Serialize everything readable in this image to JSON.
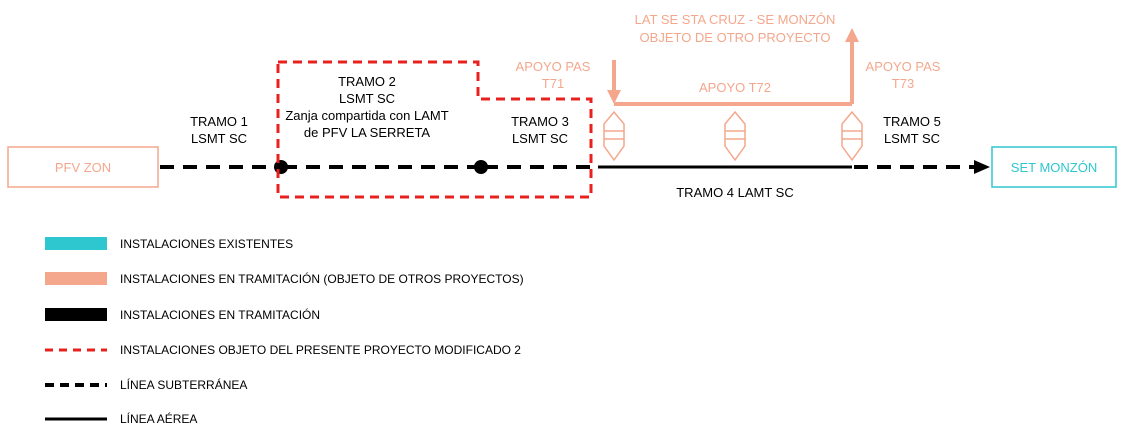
{
  "colors": {
    "existing": "#2ec7cf",
    "other_projects": "#f4a78c",
    "in_process": "#000000",
    "project": "#e8201e",
    "pfv_border": "#f4a78c",
    "pfv_text": "#f4a78c",
    "set_border": "#2ec7cf",
    "set_text": "#2ec7cf"
  },
  "boxes": {
    "pfv": "PFV ZON",
    "set": "SET MONZÓN"
  },
  "tramos": {
    "t1_line1": "TRAMO 1",
    "t1_line2": "LSMT SC",
    "t2_line1": "TRAMO 2",
    "t2_line2": "LSMT SC",
    "t2_line3": "Zanja compartida con LAMT",
    "t2_line4": "de PFV LA SERRETA",
    "t3_line1": "TRAMO 3",
    "t3_line2": "LSMT SC",
    "t4": "TRAMO 4 LAMT SC",
    "t5_line1": "TRAMO 5",
    "t5_line2": "LSMT SC"
  },
  "other_project": {
    "line1": "LAT SE STA CRUZ - SE MONZÓN",
    "line2": "OBJETO DE OTRO PROYECTO",
    "apoyo_pas_1_l1": "APOYO PAS",
    "apoyo_pas_1_l2": "T71",
    "apoyo_t72": "APOYO T72",
    "apoyo_pas_2_l1": "APOYO PAS",
    "apoyo_pas_2_l2": "T73"
  },
  "legend": [
    {
      "kind": "existing",
      "label": "INSTALACIONES EXISTENTES"
    },
    {
      "kind": "other_projects",
      "label": "INSTALACIONES EN TRAMITACIÓN (OBJETO DE OTROS PROYECTOS)"
    },
    {
      "kind": "in_process",
      "label": "INSTALACIONES EN TRAMITACIÓN"
    },
    {
      "kind": "project",
      "label": "INSTALACIONES OBJETO DEL PRESENTE PROYECTO MODIFICADO 2"
    },
    {
      "kind": "underground",
      "label": "LÍNEA SUBTERRÁNEA"
    },
    {
      "kind": "aerial",
      "label": "LÍNEA AÉREA"
    }
  ]
}
